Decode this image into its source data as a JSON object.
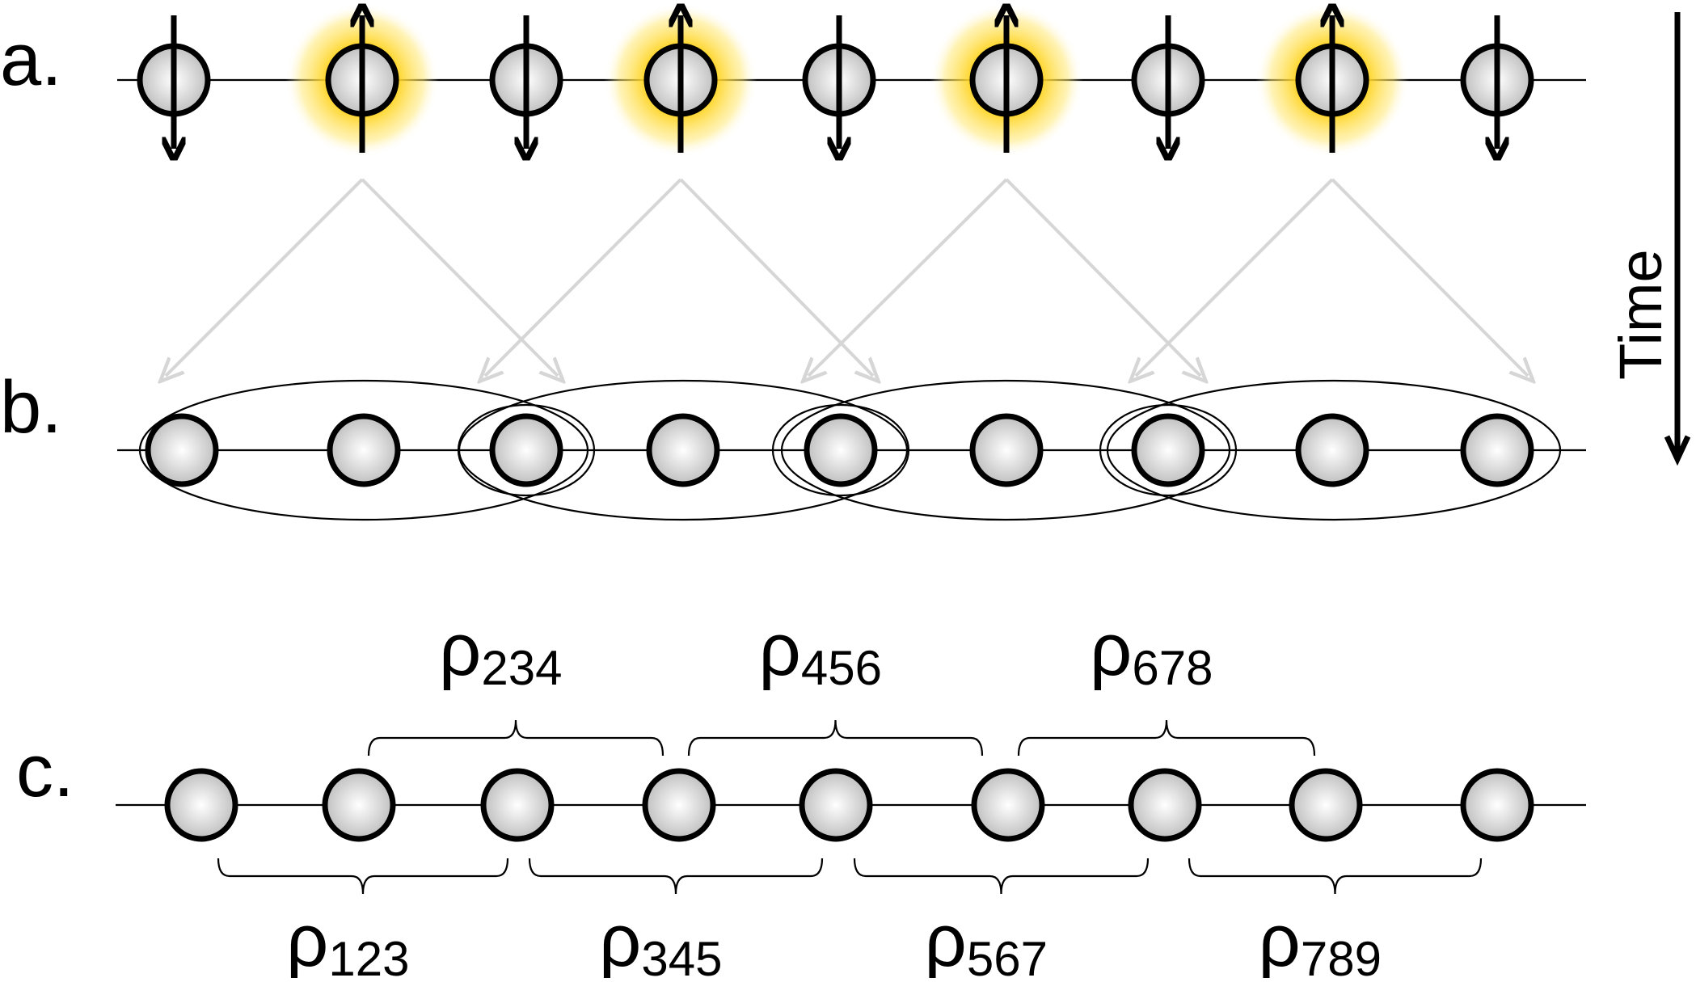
{
  "rows": {
    "a": {
      "label": "a."
    },
    "b": {
      "label": "b."
    },
    "c": {
      "label": "c."
    }
  },
  "time_label": "Time",
  "spins": [
    "down",
    "up",
    "down",
    "up",
    "down",
    "up",
    "down",
    "up",
    "down"
  ],
  "highlighted_sites": [
    2,
    4,
    6,
    8
  ],
  "groups": [
    {
      "sites": [
        1,
        2,
        3
      ],
      "symbol": "ρ",
      "subscript": "123"
    },
    {
      "sites": [
        2,
        3,
        4
      ],
      "symbol": "ρ",
      "subscript": "234"
    },
    {
      "sites": [
        3,
        4,
        5
      ],
      "symbol": "ρ",
      "subscript": "345"
    },
    {
      "sites": [
        4,
        5,
        6
      ],
      "symbol": "ρ",
      "subscript": "456"
    },
    {
      "sites": [
        5,
        6,
        7
      ],
      "symbol": "ρ",
      "subscript": "567"
    },
    {
      "sites": [
        6,
        7,
        8
      ],
      "symbol": "ρ",
      "subscript": "678"
    },
    {
      "sites": [
        7,
        8,
        9
      ],
      "symbol": "ρ",
      "subscript": "789"
    }
  ],
  "colors": {
    "glow": "#ffc400",
    "node_fill": "#e6e6e6",
    "node_stroke": "#000000",
    "faded_arrow": "#d6d6d6"
  }
}
